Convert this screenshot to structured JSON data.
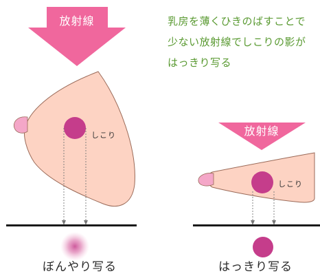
{
  "colors": {
    "arrow": "#f0679d",
    "breast": "#fdd3c3",
    "breast_outline": "#9a6a58",
    "nipple": "#f4a7c8",
    "lump": "#c53d8b",
    "description_text": "#5a9a32",
    "baseline": "#1a1a1a"
  },
  "description": {
    "line1": "乳房を薄くひきのばすことで",
    "line2": "少ない放射線でしこりの影が",
    "line3": "はっきり写る"
  },
  "left_diagram": {
    "xray_label": "放射線",
    "lump_label": "しこり",
    "caption": "ぼんやり写る"
  },
  "right_diagram": {
    "xray_label": "放射線",
    "lump_label": "しこり",
    "caption": "はっきり写る"
  }
}
